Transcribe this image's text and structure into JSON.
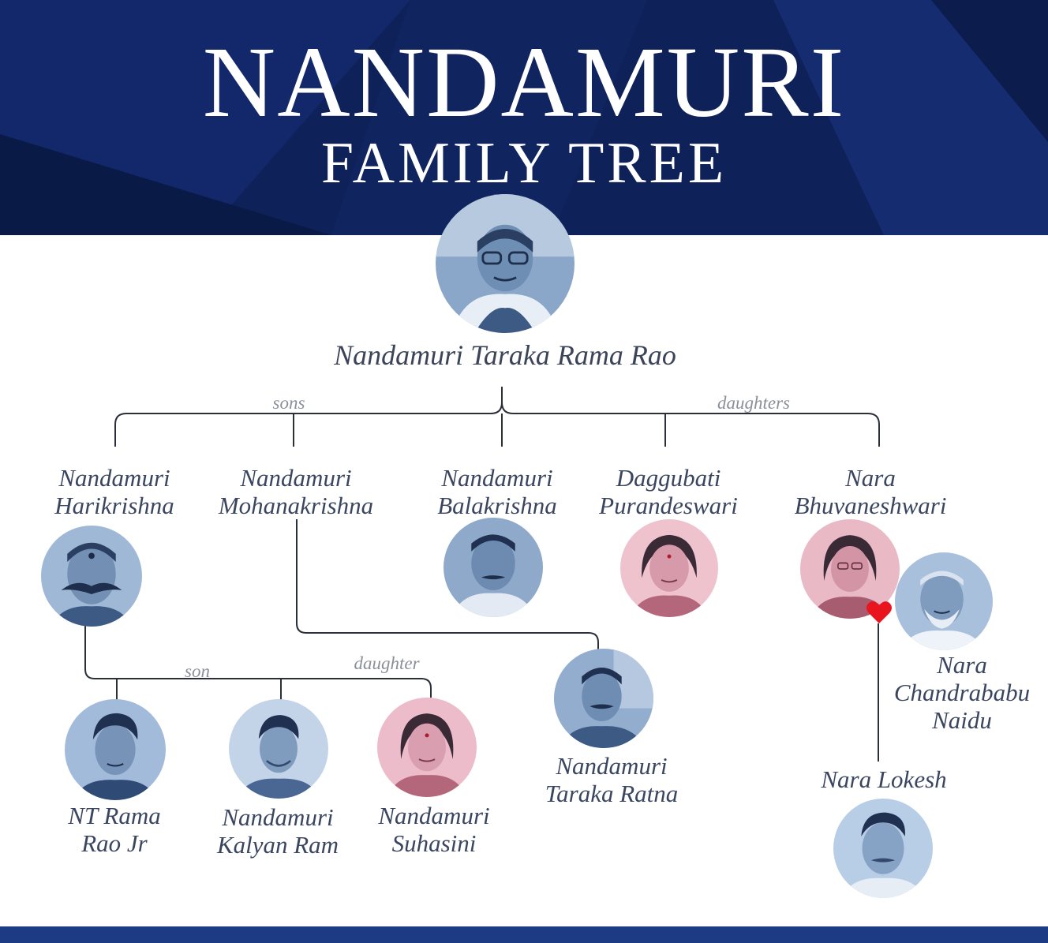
{
  "header": {
    "title": "NANDAMURI",
    "subtitle": "FAMILY TREE",
    "background_color": "#0e2158"
  },
  "relations": {
    "sons": "sons",
    "daughters": "daughters",
    "son": "son",
    "daughter": "daughter"
  },
  "people": {
    "ntr": {
      "name": "Nandamuri Taraka Rama Rao"
    },
    "harikrishna": {
      "line1": "Nandamuri",
      "line2": "Harikrishna"
    },
    "mohanakrishna": {
      "line1": "Nandamuri",
      "line2": "Mohanakrishna"
    },
    "balakrishna": {
      "line1": "Nandamuri",
      "line2": "Balakrishna"
    },
    "purandeswari": {
      "line1": "Daggubati",
      "line2": "Purandeswari"
    },
    "bhuvaneshwari": {
      "line1": "Nara",
      "line2": "Bhuvaneshwari"
    },
    "chandrababu": {
      "line1": "Nara",
      "line2": "Chandrababu",
      "line3": "Naidu"
    },
    "ntr_jr": {
      "line1": "NT Rama",
      "line2": "Rao Jr"
    },
    "kalyan_ram": {
      "line1": "Nandamuri",
      "line2": "Kalyan Ram"
    },
    "suhasini": {
      "line1": "Nandamuri",
      "line2": "Suhasini"
    },
    "taraka_ratna": {
      "line1": "Nandamuri",
      "line2": "Taraka Ratna"
    },
    "lokesh": {
      "name": "Nara Lokesh"
    }
  },
  "colors": {
    "male_tint": "#9fb8d6",
    "female_tint": "#e6a9b8",
    "heart": "#e8141e",
    "line": "#2a2f3a"
  }
}
